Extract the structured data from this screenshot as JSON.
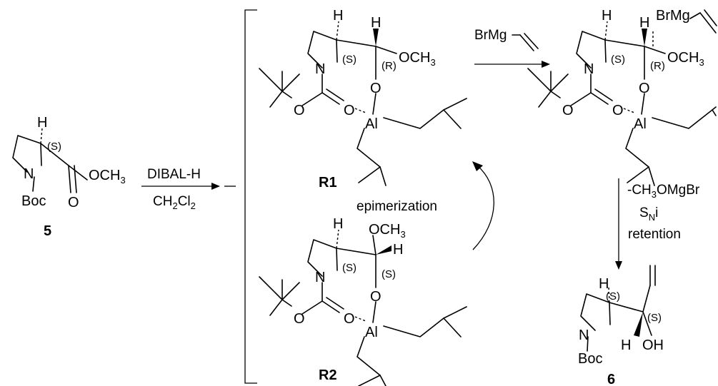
{
  "reagents": {
    "dibal": "DIBAL-H",
    "solvent_main": "CH",
    "solvent_sub1": "2",
    "solvent_cl": "Cl",
    "solvent_sub2": "2",
    "vinyl_grignard": "BrMg",
    "epimerization": "epimerization",
    "byproduct_main": "-CH",
    "byproduct_sub": "3",
    "byproduct_tail": "OMgBr",
    "mechanism_main": "S",
    "mechanism_sub": "N",
    "mechanism_tail": "i",
    "retention": "retention"
  },
  "compounds": {
    "c5": {
      "label": "5",
      "boc": "Boc",
      "ester_o": "OCH",
      "ester_sub": "3",
      "carbonyl_o": "O",
      "n": "N",
      "h": "H",
      "stereo": "(S)"
    },
    "r1": {
      "label": "R1",
      "h1": "H",
      "h2": "H",
      "n": "N",
      "s": "(S)",
      "r": "(R)",
      "och": "OCH",
      "och_sub": "3",
      "o1": "O",
      "o2": "O",
      "o3": "O",
      "al": "Al"
    },
    "r2": {
      "label": "R2",
      "h1": "H",
      "h2": "H",
      "n": "N",
      "s1": "(S)",
      "s2": "(S)",
      "och": "OCH",
      "och_sub": "3",
      "o1": "O",
      "o2": "O",
      "o3": "O",
      "al": "Al"
    },
    "complex": {
      "brmg": "BrMg",
      "h1": "H",
      "h2": "H",
      "n": "N",
      "s": "(S)",
      "r": "(R)",
      "och": "OCH",
      "och_sub": "3",
      "o1": "O",
      "o2": "O",
      "o3": "O",
      "al": "Al"
    },
    "c6": {
      "label": "6",
      "boc": "Boc",
      "n": "N",
      "h1": "H",
      "h2": "H",
      "oh": "OH",
      "s1": "(S)",
      "s2": "(S)"
    }
  }
}
